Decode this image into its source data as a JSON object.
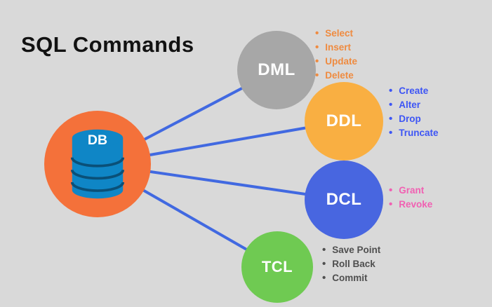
{
  "title": "SQL Commands",
  "background_color": "#d9d9d9",
  "connector_color": "#4169e1",
  "db": {
    "label": "DB",
    "color": "#f4713a",
    "icon": "database-icon",
    "icon_color": "#0f86c6",
    "icon_shade": "#0a5078"
  },
  "nodes": [
    {
      "label": "DML",
      "color": "#a7a7a7",
      "list_color": "#ef8b40",
      "items": [
        "Select",
        "Insert",
        "Update",
        "Delete"
      ]
    },
    {
      "label": "DDL",
      "color": "#f9af42",
      "list_color": "#3d55f5",
      "items": [
        "Create",
        "Alter",
        "Drop",
        "Truncate"
      ]
    },
    {
      "label": "DCL",
      "color": "#4866e0",
      "list_color": "#f160b2",
      "items": [
        "Grant",
        "Revoke"
      ]
    },
    {
      "label": "TCL",
      "color": "#6fca52",
      "list_color": "#4f4f4f",
      "items": [
        "Save Point",
        "Roll Back",
        "Commit"
      ]
    }
  ]
}
